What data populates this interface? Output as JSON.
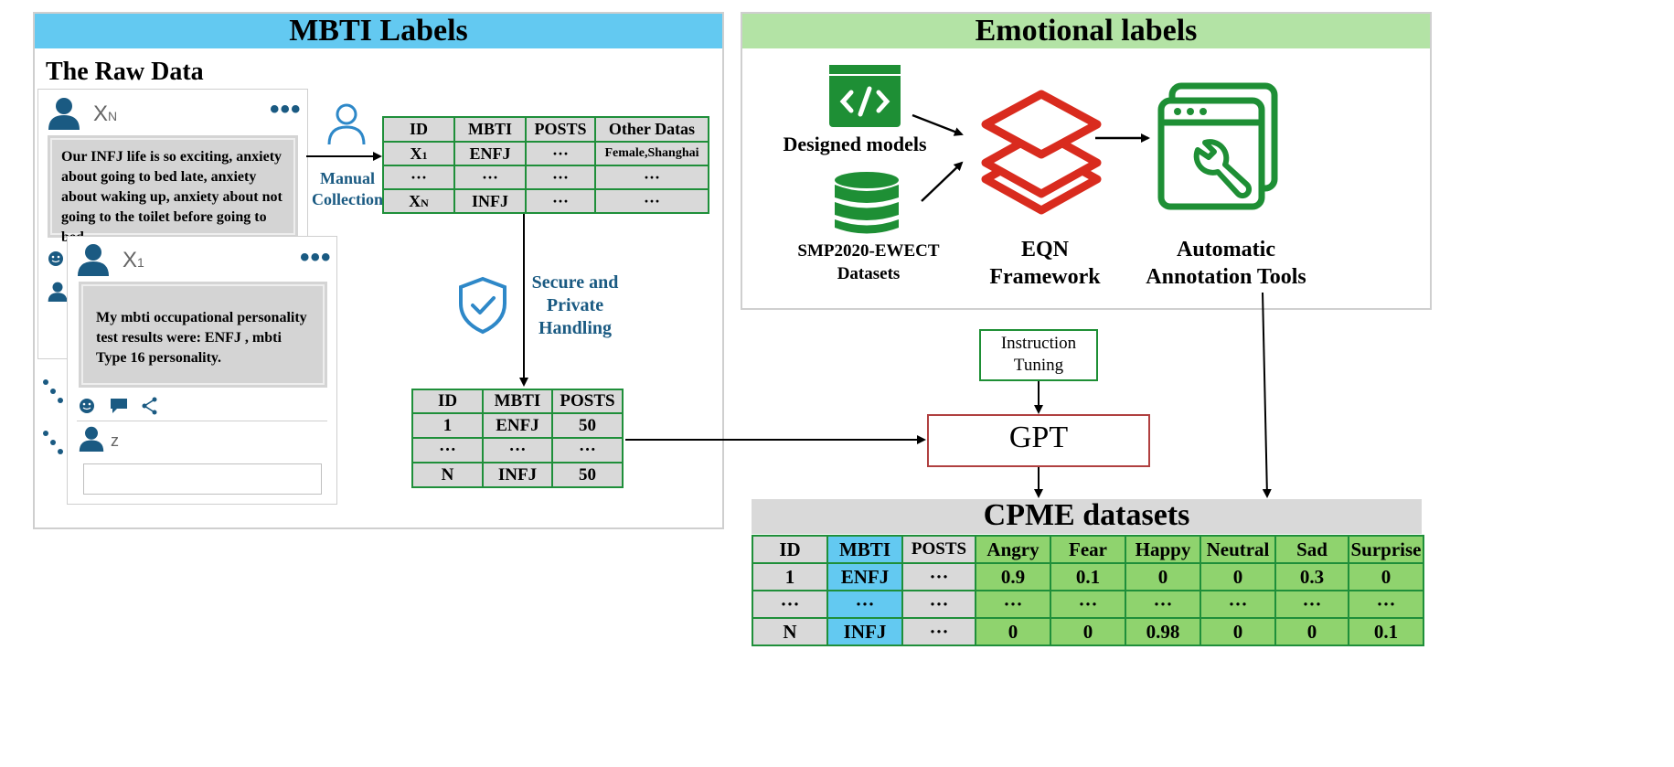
{
  "mbti_panel": {
    "title": "MBTI Labels",
    "raw_data_title": "The Raw Data",
    "post1": {
      "user": "XN",
      "text": "Our INFJ life is so exciting, anxiety about going to bed late, anxiety about waking up, anxiety about not going to the toilet before going to bed."
    },
    "post2": {
      "user": "X1",
      "text": "My mbti occupational personality test results were: ENFJ , mbti Type 16 personality."
    },
    "post3": {
      "user": "z"
    },
    "manual_collection": "Manual Collection",
    "secure_handling": "Secure and Private Handling",
    "table1": {
      "headers": [
        "ID",
        "MBTI",
        "POSTS",
        "Other Datas"
      ],
      "rows": [
        [
          "X1",
          "ENFJ",
          "···",
          "Female,Shanghai"
        ],
        [
          "···",
          "···",
          "···",
          "···"
        ],
        [
          "XN",
          "INFJ",
          "···",
          "···"
        ]
      ]
    },
    "table2": {
      "headers": [
        "ID",
        "MBTI",
        "POSTS"
      ],
      "rows": [
        [
          "1",
          "ENFJ",
          "50"
        ],
        [
          "···",
          "···",
          "···"
        ],
        [
          "N",
          "INFJ",
          "50"
        ]
      ]
    }
  },
  "emotion_panel": {
    "title": "Emotional labels",
    "designed_models": "Designed models",
    "dataset_label": "SMP2020-EWECT Datasets",
    "eqn_label": "EQN Framework",
    "annotation_label": "Automatic Annotation Tools"
  },
  "instruction_tuning": "Instruction Tuning",
  "gpt": "GPT",
  "cpme": {
    "title": "CPME datasets",
    "headers": [
      "ID",
      "MBTI",
      "POSTS",
      "Angry",
      "Fear",
      "Happy",
      "Neutral",
      "Sad",
      "Surprise"
    ],
    "rows": [
      [
        "1",
        "ENFJ",
        "···",
        "0.9",
        "0.1",
        "0",
        "0",
        "0.3",
        "0"
      ],
      [
        "···",
        "···",
        "···",
        "···",
        "···",
        "···",
        "···",
        "···",
        "···"
      ],
      [
        "N",
        "INFJ",
        "···",
        "0",
        "0",
        "0.98",
        "0",
        "0",
        "0.1"
      ]
    ]
  },
  "colors": {
    "mbti_header": "#63c9f1",
    "emotion_header": "#b3e3a5",
    "green": "#1f8f3a",
    "icon_blue": "#1a5a82",
    "gpt_border": "#b04040",
    "cpme_green": "#8fd36e"
  },
  "icons": [
    "user-icon",
    "more-icon",
    "person-outline-icon",
    "shield-check-icon",
    "code-icon",
    "database-icon",
    "layers-icon",
    "tool-window-icon",
    "smile-icon",
    "comment-icon",
    "share-icon"
  ]
}
